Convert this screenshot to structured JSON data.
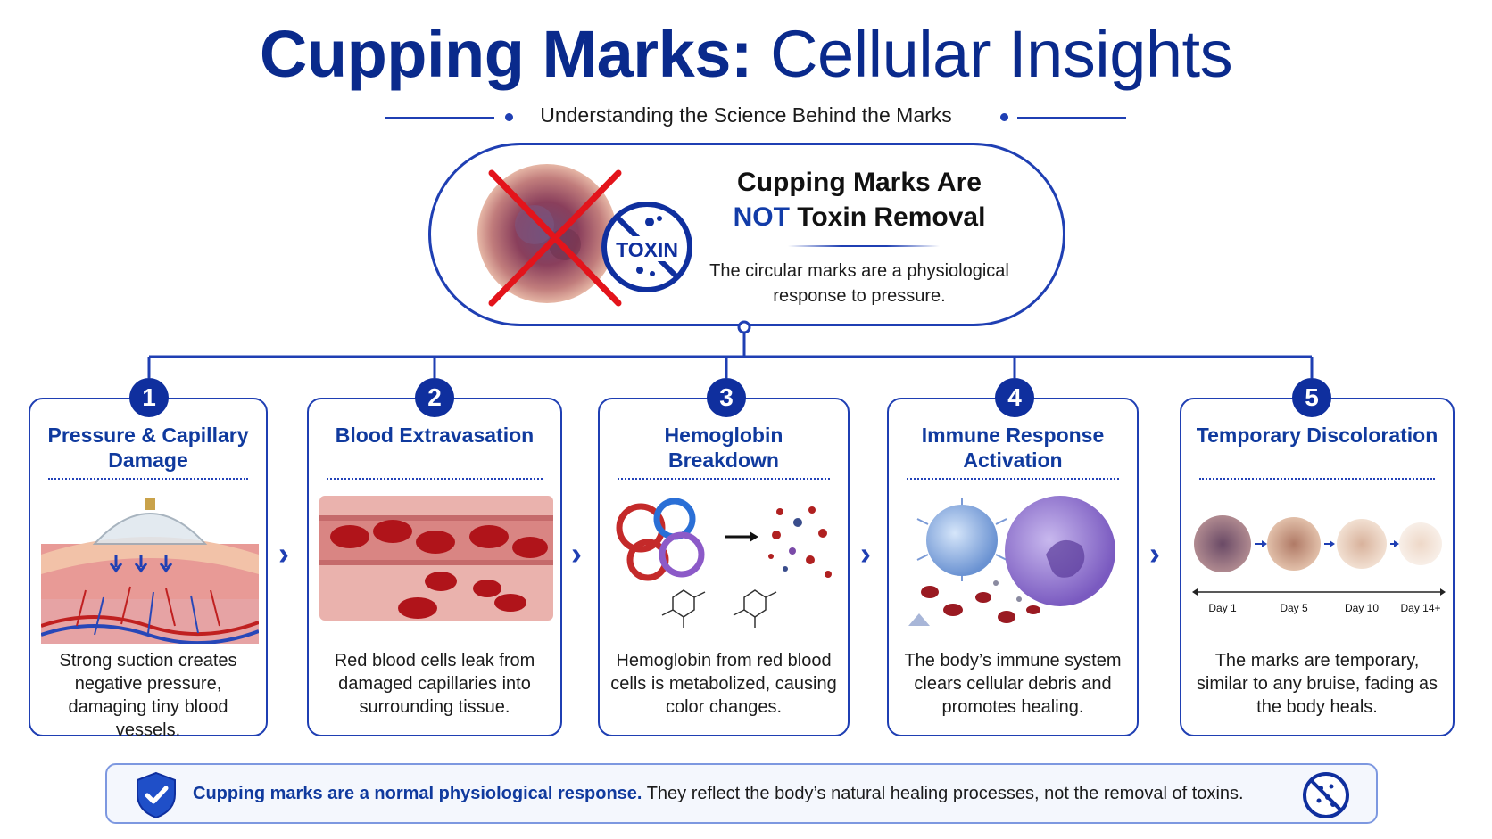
{
  "header": {
    "title_bold": "Cupping Marks:",
    "title_light": "Cellular Insights",
    "subtitle": "Understanding the Science Behind the Marks"
  },
  "hero": {
    "heading_line1": "Cupping Marks Are",
    "heading_not": "NOT",
    "heading_rest": "Toxin Removal",
    "body": "The circular marks are a physiological response to pressure.",
    "toxin_label": "TOXIN"
  },
  "steps": [
    {
      "number": "1",
      "title": "Pressure & Capillary Damage",
      "description": "Strong suction creates negative pressure, damaging tiny blood vessels."
    },
    {
      "number": "2",
      "title": "Blood Extravasation",
      "description": "Red blood cells leak from damaged capillaries into surrounding tissue."
    },
    {
      "number": "3",
      "title": "Hemoglobin Breakdown",
      "description": "Hemoglobin from red blood cells is metabolized, causing color changes."
    },
    {
      "number": "4",
      "title": "Immune Response Activation",
      "description": "The body’s immune system clears cellular debris and promotes healing."
    },
    {
      "number": "5",
      "title": "Temporary Discoloration",
      "description": "The marks are temporary, similar to any bruise, fading as the body heals."
    }
  ],
  "timeline": {
    "days": [
      "Day 1",
      "Day 5",
      "Day 10",
      "Day 14+"
    ]
  },
  "footer": {
    "bold": "Cupping marks are a normal physiological response.",
    "rest": "They reflect the body’s natural healing processes, not the removal of toxins."
  },
  "colors": {
    "primary": "#0a2a8c",
    "accent": "#1f3fb3",
    "cross": "#e3141b"
  }
}
